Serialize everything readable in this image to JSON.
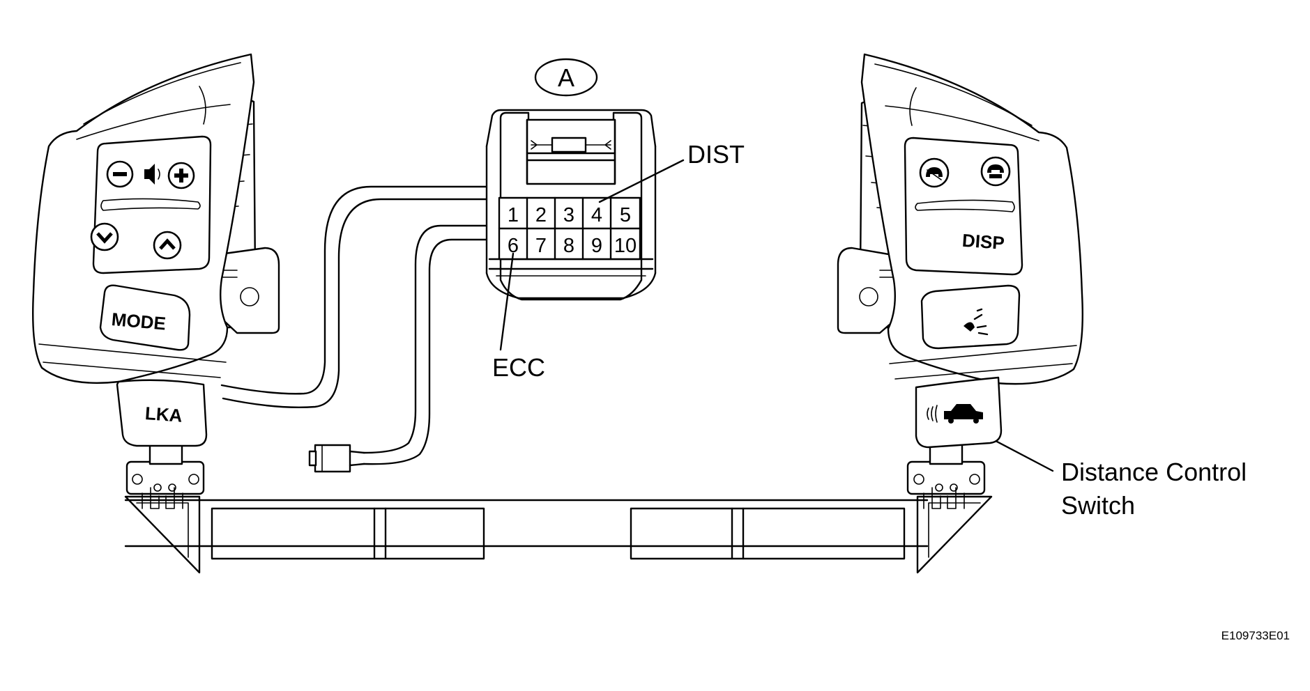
{
  "connector": {
    "letter": "A",
    "pins_row1": [
      "1",
      "2",
      "3",
      "4",
      "5"
    ],
    "pins_row2": [
      "6",
      "7",
      "8",
      "9",
      "10"
    ]
  },
  "callouts": {
    "dist": "DIST",
    "ecc": "ECC",
    "switch_line1": "Distance Control",
    "switch_line2": "Switch"
  },
  "left_switch": {
    "mode_label": "MODE",
    "lka_label": "LKA",
    "icons": [
      "minus-icon",
      "speaker-icon",
      "plus-icon",
      "chevron-down-icon",
      "chevron-up-icon"
    ]
  },
  "right_switch": {
    "disp_label": "DISP",
    "icons": [
      "phone-off-icon",
      "phone-on-icon",
      "voice-icon",
      "distance-car-icon"
    ]
  },
  "figure_code": "E109733E01"
}
